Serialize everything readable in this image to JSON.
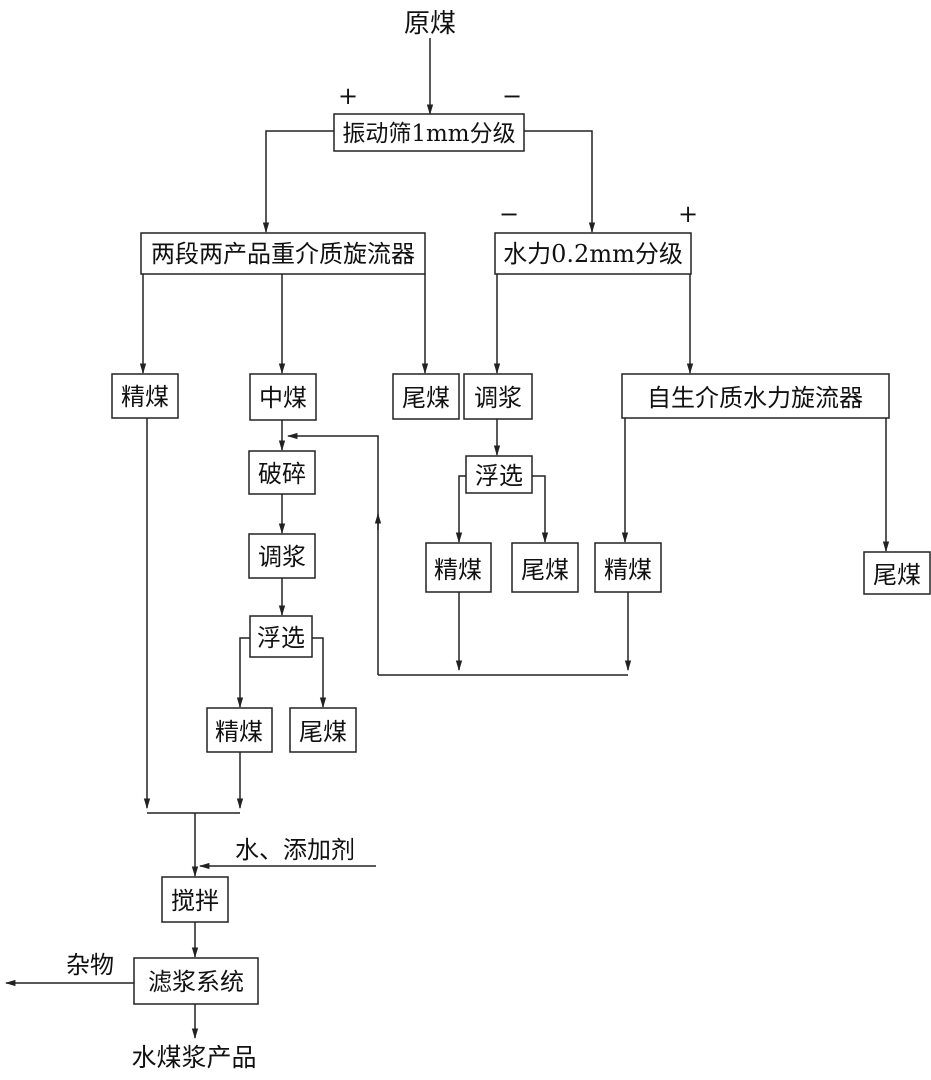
{
  "nodes": {
    "raw_coal": "原煤",
    "screen": "振动筛1mm分级",
    "dense_cyclone": "两段两产品重介质旋流器",
    "hydro_classify": "水力0.2mm分级",
    "clean_coal_1": "精煤",
    "middlings": "中煤",
    "tailings_1": "尾煤",
    "slurry_1": "调浆",
    "autogenous_cyclone": "自生介质水力旋流器",
    "crushing": "破碎",
    "flotation_1": "浮选",
    "clean_coal_2": "精煤",
    "tailings_2": "尾煤",
    "clean_coal_3": "精煤",
    "tailings_3": "尾煤",
    "slurry_2": "调浆",
    "flotation_2": "浮选",
    "clean_coal_4": "精煤",
    "tailings_4": "尾煤",
    "stirring": "搅拌",
    "filter_system": "滤浆系统",
    "product": "水煤浆产品"
  },
  "labels": {
    "water_additive": "水、添加剂",
    "impurities": "杂物",
    "screen_plus": "+",
    "screen_minus": "−",
    "hydro_minus": "−",
    "hydro_plus": "+"
  }
}
